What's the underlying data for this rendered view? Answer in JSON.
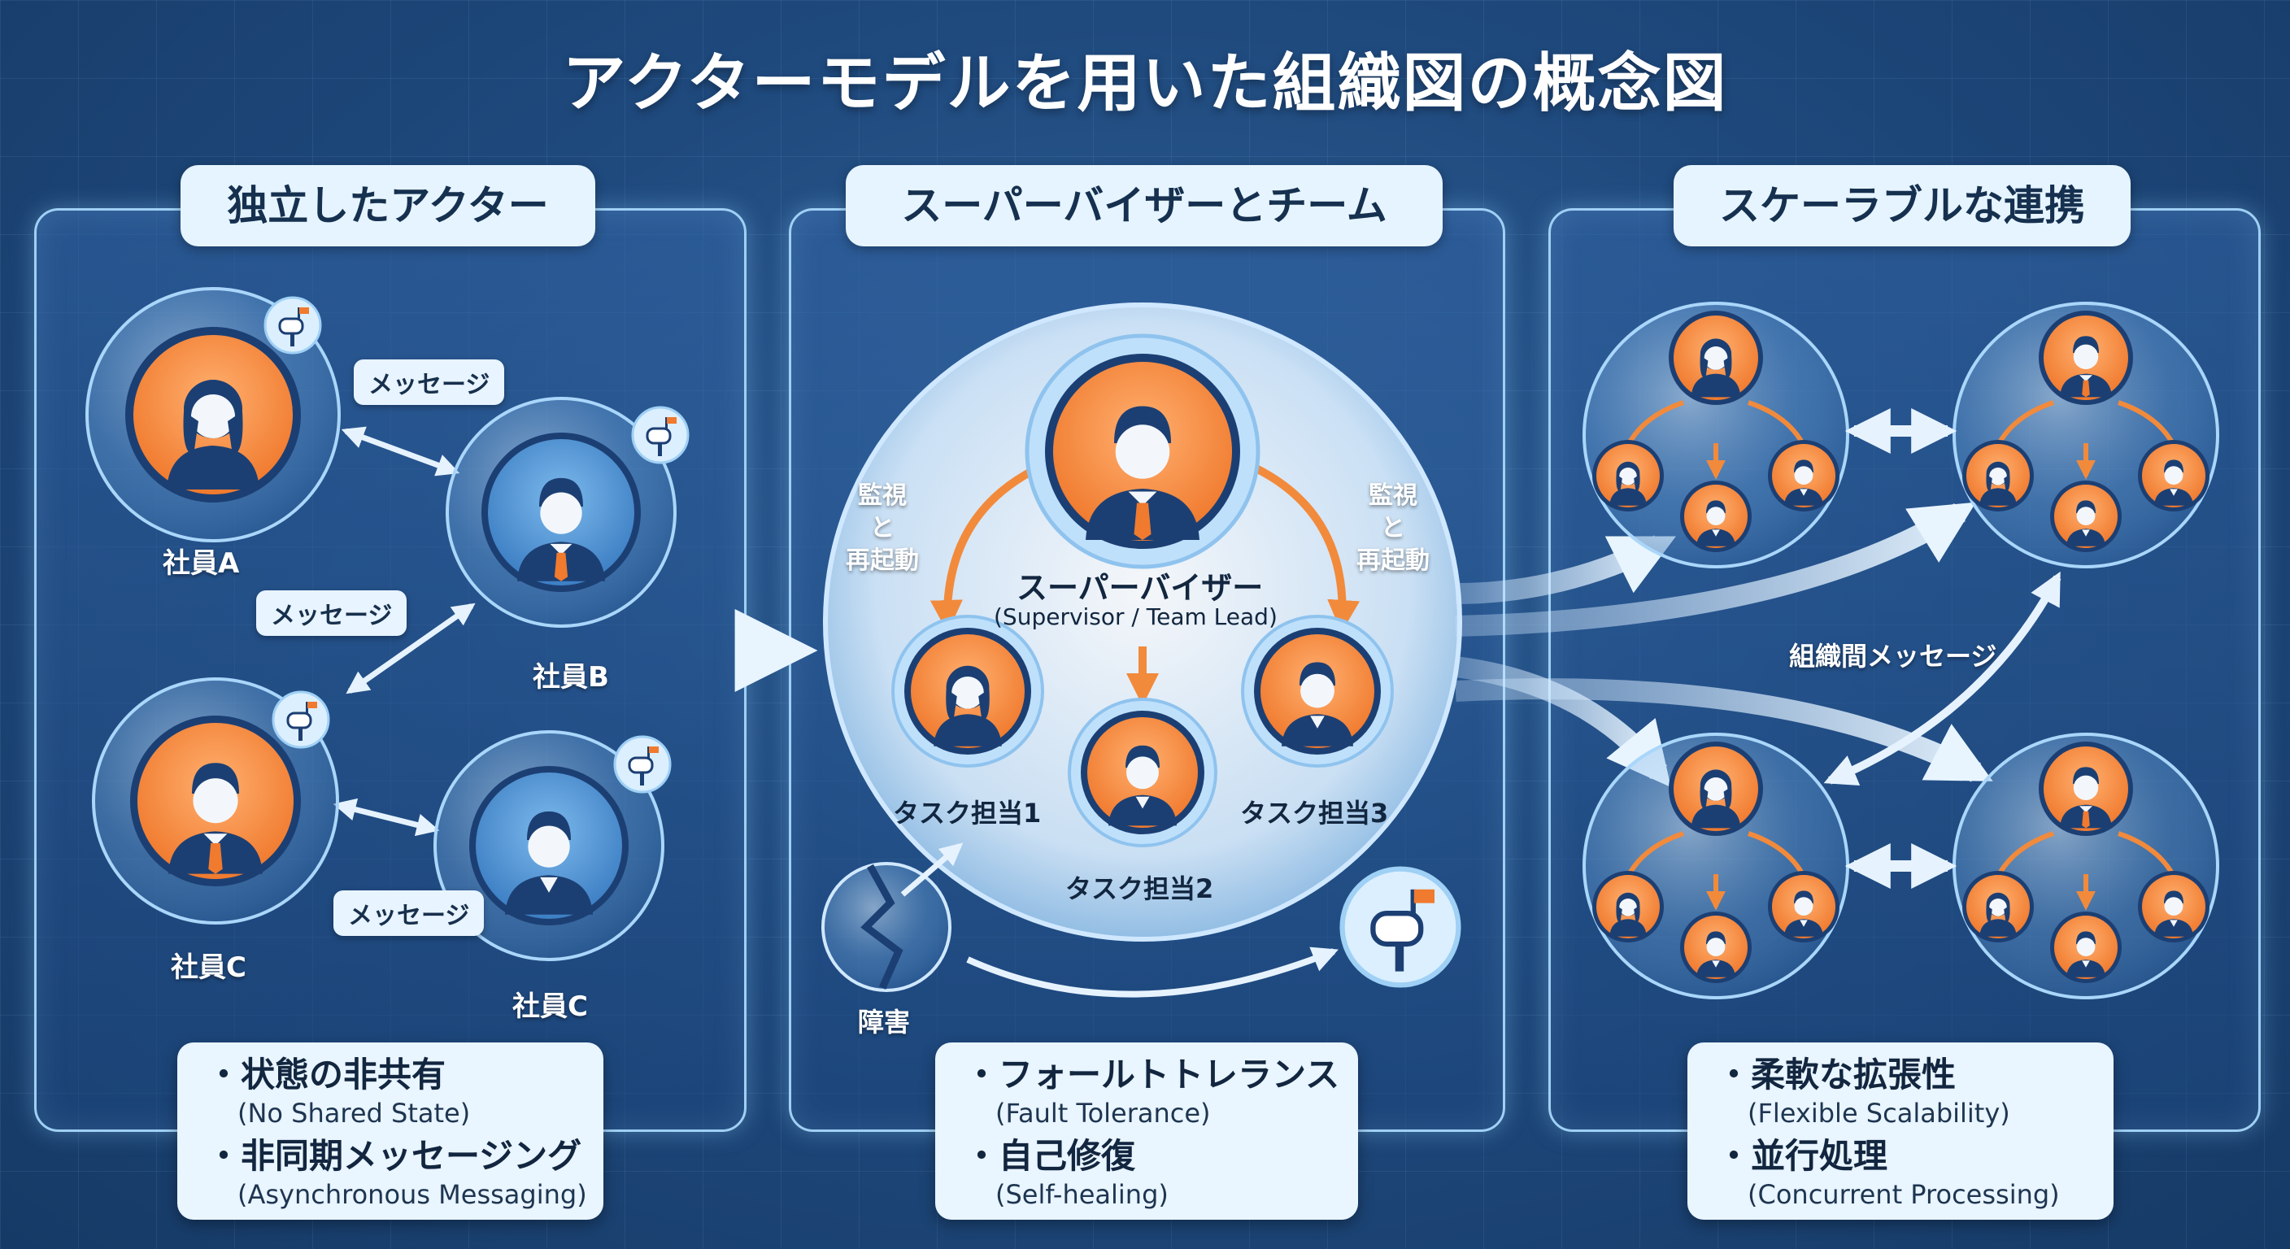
{
  "title": "アクターモデルを用いた組織図の概念図",
  "colors": {
    "accent_orange": "#f28a3c",
    "navy": "#1c3f73",
    "panel_border": "#9fd0f5",
    "background": "#1f4a7e"
  },
  "panels": {
    "left": {
      "title": "独立したアクター",
      "actors": [
        "社員A",
        "社員B",
        "社員C",
        "社員C"
      ],
      "message_labels": [
        "メッセージ",
        "メッセージ",
        "メッセージ"
      ],
      "features": [
        {
          "main": "・状態の非共有",
          "sub": "(No Shared State)"
        },
        {
          "main": "・非同期メッセージング",
          "sub": "(Asynchronous Messaging)"
        }
      ]
    },
    "center": {
      "title": "スーパーバイザーとチーム",
      "supervisor": "スーパーバイザー",
      "supervisor_sub": "(Supervisor / Team Lead)",
      "monitor_restart": "監視\nと\n再起動",
      "tasks": [
        "タスク担当1",
        "タスク担当2",
        "タスク担当3"
      ],
      "failure": "障害",
      "features": [
        {
          "main": "・フォールトトレランス",
          "sub": "(Fault Tolerance)"
        },
        {
          "main": "・自己修復",
          "sub": "(Self-healing)"
        }
      ]
    },
    "right": {
      "title": "スケーラブルな連携",
      "inter_org_message": "組織間メッセージ",
      "features": [
        {
          "main": "・柔軟な拡張性",
          "sub": "(Flexible Scalability)"
        },
        {
          "main": "・並行処理",
          "sub": "(Concurrent Processing)"
        }
      ]
    }
  },
  "icons": [
    "mailbox-icon",
    "person-icon",
    "broken-sphere-icon"
  ]
}
